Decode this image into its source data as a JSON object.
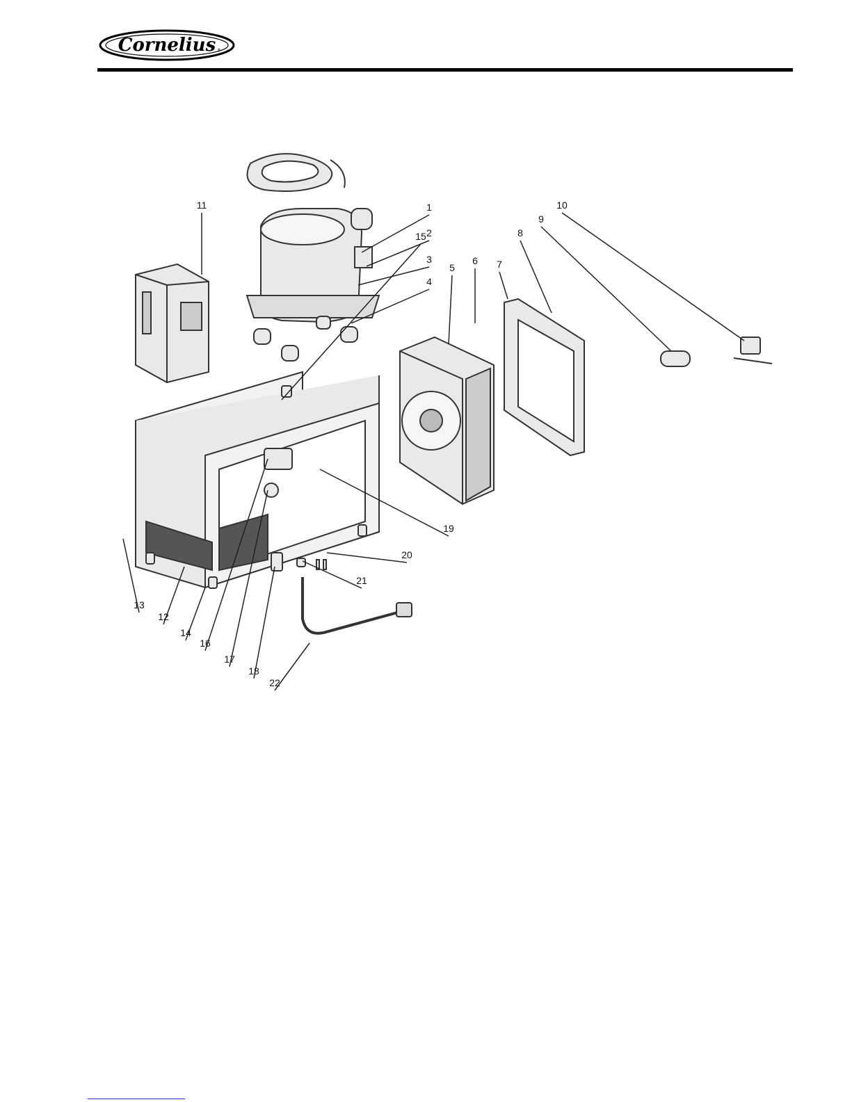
{
  "header": {
    "brand_logo_text": "Cornelius"
  },
  "figure": {
    "callouts": [
      "1",
      "2",
      "3",
      "4",
      "5",
      "6",
      "7",
      "8",
      "9",
      "10",
      "11",
      "12",
      "13",
      "14",
      "15",
      "16",
      "17",
      "18",
      "19",
      "20",
      "21",
      "22"
    ]
  },
  "colors": {
    "ink": "#000000",
    "drawing_line": "#333333",
    "drawing_fill": "#e9e9e9",
    "footer_link": "#2a2adb"
  }
}
